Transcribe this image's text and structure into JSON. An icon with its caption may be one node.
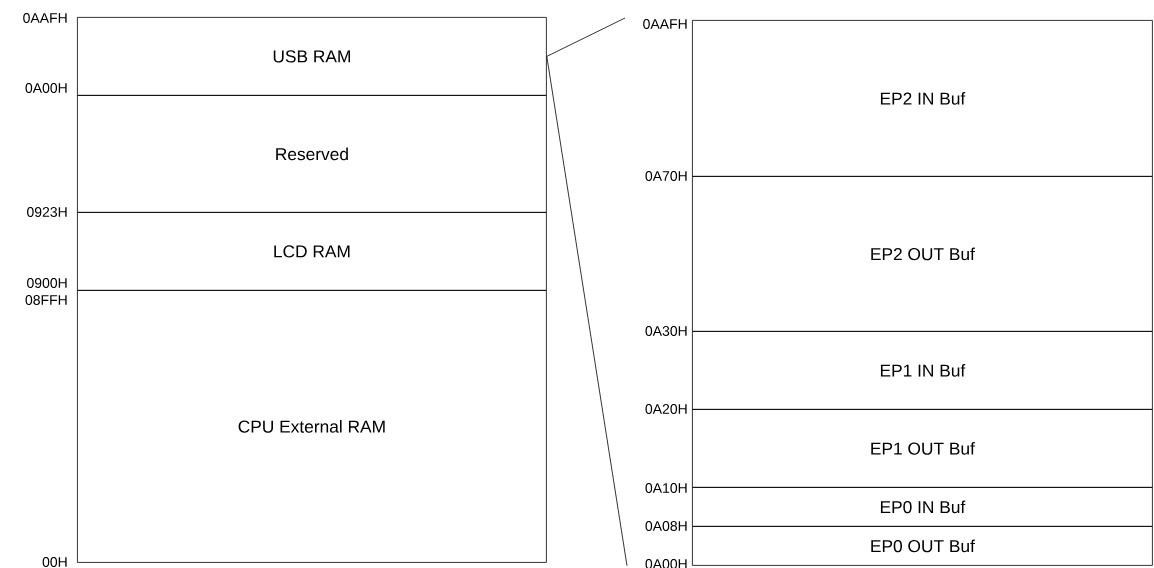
{
  "diagram": {
    "nodes": [
      {
        "text": [
          "USB RAM"
        ]
      },
      {
        "text": [
          "Reserved"
        ]
      },
      {
        "text": [
          "LCD RAM"
        ]
      },
      {
        "text": [
          "CPU External RAM"
        ]
      },
      {
        "text": [
          "EP2 IN Buf"
        ]
      },
      {
        "text": [
          "EP2 OUT Buf"
        ]
      },
      {
        "text": [
          "EP1 IN Buf"
        ]
      },
      {
        "text": [
          "EP1 OUT Buf"
        ]
      },
      {
        "text": [
          "EP0 IN Buf"
        ]
      },
      {
        "text": [
          "EP0 OUT Buf"
        ]
      }
    ],
    "edges": [
      {
        "from": 0,
        "to": 4,
        "arrow": "none"
      },
      {
        "from": 0,
        "to": 9,
        "arrow": "none"
      }
    ],
    "labels": [
      "0AAFH",
      "0A00H",
      "0923H",
      "0900H",
      "08FFH",
      "00H",
      "0AAFH",
      "0A70H",
      "0A30H",
      "0A20H",
      "0A10H",
      "0A08H",
      "0A00H"
    ]
  }
}
